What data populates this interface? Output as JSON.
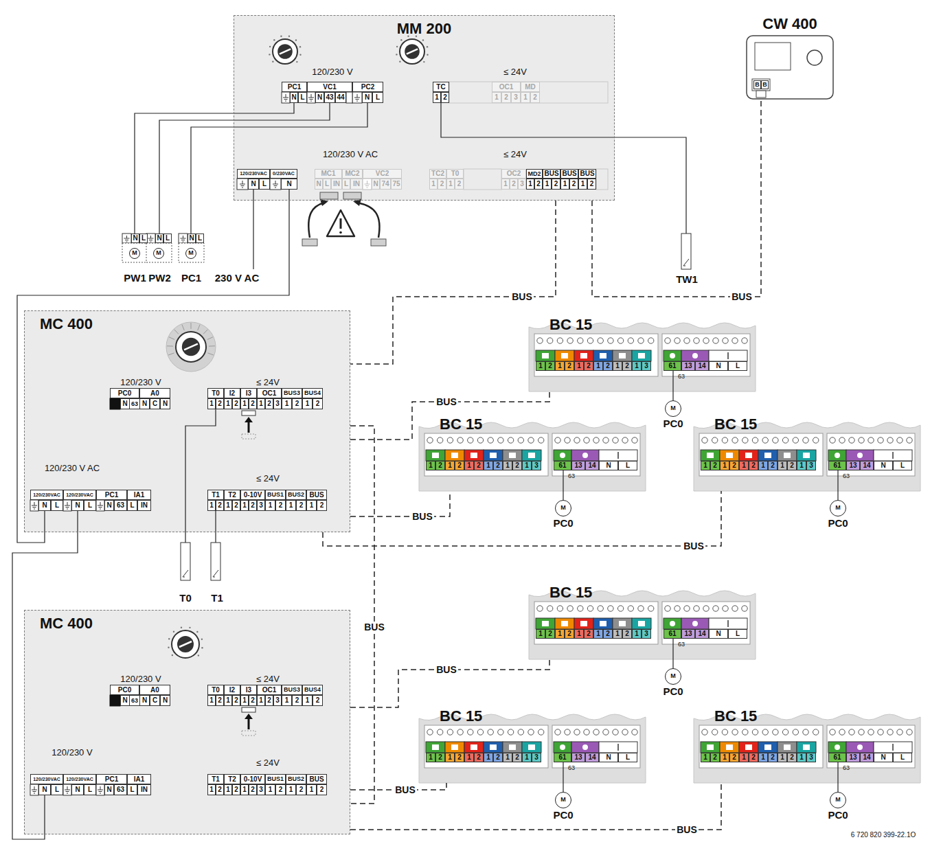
{
  "diagram": {
    "nodes": [
      {
        "text": [
          "MM 200"
        ]
      },
      {
        "text": [
          "CW 400"
        ]
      },
      {
        "text": [
          "MC 400"
        ]
      },
      {
        "text": [
          "BC 15"
        ]
      },
      {
        "text": [
          "BC 15"
        ]
      },
      {
        "text": [
          "BC 15"
        ]
      },
      {
        "text": [
          "MC 400"
        ]
      },
      {
        "text": [
          "BC 15"
        ]
      },
      {
        "text": [
          "BC 15"
        ]
      },
      {
        "text": [
          "BC 15"
        ]
      }
    ],
    "edges": [
      {
        "from": 0,
        "to": 1,
        "label": "BUS",
        "arrow": "none"
      },
      {
        "from": 0,
        "to": 2,
        "label": "BUS",
        "arrow": "none"
      },
      {
        "from": 2,
        "to": 3,
        "label": "BUS",
        "arrow": "none"
      },
      {
        "from": 2,
        "to": 4,
        "label": "BUS",
        "arrow": "none"
      },
      {
        "from": 2,
        "to": 5,
        "label": "BUS",
        "arrow": "none"
      },
      {
        "from": 2,
        "to": 6,
        "label": "BUS",
        "arrow": "none"
      },
      {
        "from": 6,
        "to": 7,
        "label": "BUS",
        "arrow": "none"
      },
      {
        "from": 6,
        "to": 8,
        "label": "BUS",
        "arrow": "none"
      },
      {
        "from": 6,
        "to": 9,
        "label": "BUS",
        "arrow": "none"
      }
    ],
    "labels": [
      "120/230 V",
      "PC1",
      "VC1",
      "PC2",
      "N",
      "L",
      "N",
      "43",
      "44",
      "N",
      "L",
      "≤ 24V",
      "TC",
      "1",
      "2",
      "OC1",
      "MD",
      "1",
      "2",
      "3",
      "1",
      "2",
      "120/230 V AC",
      "120/230VAC",
      "0/230VAC",
      "N",
      "L",
      "N",
      "MC1",
      "MC2",
      "VC2",
      "N",
      "L",
      "IN",
      "L",
      "IN",
      "N",
      "74",
      "75",
      "≤ 24V",
      "TC2",
      "T0",
      "OC2",
      "MD2",
      "BUS",
      "BUS",
      "BUS",
      "1",
      "2",
      "1",
      "2",
      "1",
      "2",
      "3",
      "1",
      "2",
      "1",
      "2",
      "1",
      "2",
      "1",
      "2",
      "B",
      "B",
      "N",
      "L",
      "M",
      "N",
      "L",
      "M",
      "N",
      "L",
      "M",
      "PW1",
      "PW2",
      "PC1",
      "230 V AC",
      "TW1",
      "120/230 V",
      "PC0",
      "A0",
      "N",
      "63",
      "N",
      "C",
      "N",
      "≤ 24V",
      "T0",
      "I2",
      "I3",
      "OC1",
      "BUS3",
      "BUS4",
      "1",
      "2",
      "1",
      "2",
      "1",
      "2",
      "1",
      "2",
      "3",
      "1",
      "2",
      "1",
      "2",
      "120/230 V AC",
      "≤ 24V",
      "120/230VAC",
      "120/230VAC",
      "PC1",
      "IA1",
      "N",
      "L",
      "N",
      "L",
      "N",
      "63",
      "L",
      "IN",
      "T1",
      "T2",
      "0-10V",
      "BUS1",
      "BUS2",
      "BUS",
      "1",
      "2",
      "1",
      "2",
      "1",
      "2",
      "3",
      "1",
      "2",
      "1",
      "2",
      "1",
      "2",
      "T0",
      "T1",
      "120/230 V",
      "PC0",
      "A0",
      "N",
      "63",
      "N",
      "C",
      "N",
      "≤ 24V",
      "T0",
      "I2",
      "I3",
      "OC1",
      "BUS3",
      "BUS4",
      "1",
      "2",
      "1",
      "2",
      "1",
      "2",
      "1",
      "2",
      "3",
      "1",
      "2",
      "1",
      "2",
      "120/230 V",
      "≤ 24V",
      "120/230VAC",
      "120/230VAC",
      "PC1",
      "IA1",
      "N",
      "L",
      "N",
      "L",
      "N",
      "63",
      "L",
      "IN",
      "T1",
      "T2",
      "0-10V",
      "BUS1",
      "BUS2",
      "BUS",
      "1",
      "2",
      "1",
      "2",
      "1",
      "2",
      "3",
      "1",
      "2",
      "1",
      "2",
      "1",
      "2",
      "1",
      "2",
      "1",
      "2",
      "1",
      "2",
      "1",
      "2",
      "1",
      "2",
      "1",
      "3",
      "61",
      "13",
      "14",
      "N",
      "L",
      "63",
      "M",
      "PC0",
      "1",
      "2",
      "1",
      "2",
      "1",
      "2",
      "1",
      "2",
      "1",
      "2",
      "1",
      "3",
      "61",
      "13",
      "14",
      "N",
      "L",
      "63",
      "M",
      "PC0",
      "1",
      "2",
      "1",
      "2",
      "1",
      "2",
      "1",
      "2",
      "1",
      "2",
      "1",
      "3",
      "61",
      "13",
      "14",
      "N",
      "L",
      "63",
      "M",
      "PC0",
      "1",
      "2",
      "1",
      "2",
      "1",
      "2",
      "1",
      "2",
      "1",
      "2",
      "1",
      "3",
      "61",
      "13",
      "14",
      "N",
      "L",
      "63",
      "M",
      "PC0",
      "1",
      "2",
      "1",
      "2",
      "1",
      "2",
      "1",
      "2",
      "1",
      "2",
      "1",
      "3",
      "61",
      "13",
      "14",
      "N",
      "L",
      "63",
      "M",
      "PC0",
      "1",
      "2",
      "1",
      "2",
      "1",
      "2",
      "1",
      "2",
      "1",
      "2",
      "1",
      "3",
      "61",
      "13",
      "14",
      "N",
      "L",
      "63",
      "M",
      "PC0",
      "6 720 820 399-22.1O"
    ]
  }
}
